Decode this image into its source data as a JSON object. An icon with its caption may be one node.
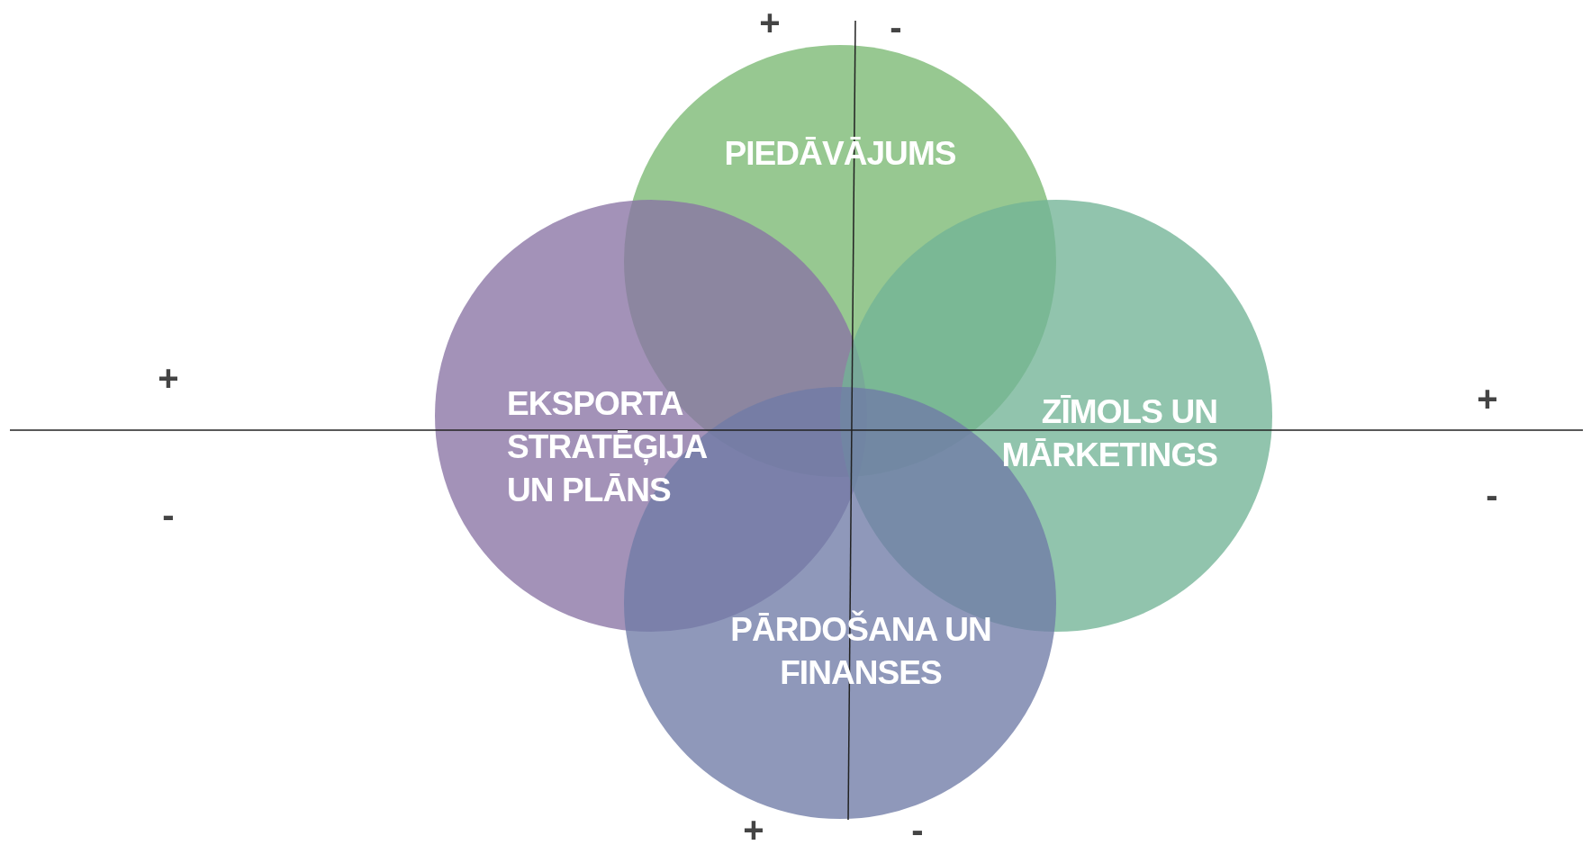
{
  "diagram": {
    "nodes": [
      {
        "text": [
          "PIEDĀVĀJUMS"
        ]
      },
      {
        "text": [
          "EKSPORTA STRATĒĢIJA UN PLĀNS"
        ]
      },
      {
        "text": [
          "ZĪMOLS UN MĀRKETINGS"
        ]
      },
      {
        "text": [
          "PĀRDOŠANA UN FINANSES"
        ]
      }
    ],
    "labels": [
      "+",
      "-",
      "+",
      "+",
      "-",
      "-",
      "+",
      "-"
    ]
  }
}
